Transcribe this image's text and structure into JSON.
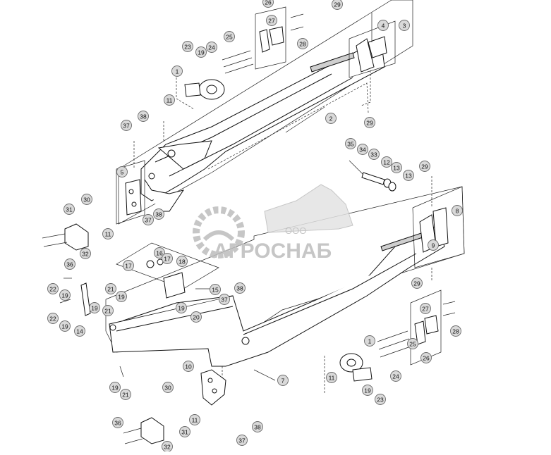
{
  "diagram": {
    "type": "exploded-parts-diagram",
    "watermark": {
      "small_text": "ООО",
      "brand": "АГРОСНАБ"
    },
    "callouts": [
      "1",
      "2",
      "3",
      "4",
      "5",
      "7",
      "8",
      "9",
      "10",
      "11",
      "12",
      "13",
      "14",
      "15",
      "16",
      "17",
      "18",
      "19",
      "20",
      "21",
      "22",
      "23",
      "24",
      "25",
      "26",
      "27",
      "28",
      "29",
      "30",
      "31",
      "32",
      "33",
      "34",
      "35",
      "36",
      "37",
      "38"
    ],
    "colors": {
      "ink": "#111111",
      "callout_fill": "#d9d9d9",
      "watermark": "#bdbdbd"
    }
  }
}
